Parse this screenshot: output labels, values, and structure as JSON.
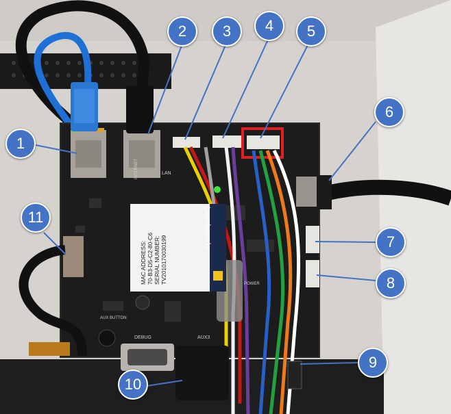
{
  "module_label": {
    "line1": "MAC ADDRESS:",
    "line2": "70-B3-D5-C2-80-C6",
    "line3": "SERIAL NUMBER:",
    "line4": "TV2010170030199",
    "brand": "Laundroworks"
  },
  "board_text": {
    "lan": "LAN",
    "internet": "INTERNET",
    "debug": "DEBUG",
    "aux3": "AUX3",
    "aux_button": "AUX BUTTON",
    "power": "POWER"
  },
  "callouts": [
    "1",
    "2",
    "3",
    "4",
    "5",
    "6",
    "7",
    "8",
    "9",
    "10",
    "11"
  ],
  "colors": {
    "callout_fill": "#4472c4",
    "highlight_box": "#e02020",
    "board": "#1c1c1c",
    "background_panel": "#dcdad6"
  }
}
